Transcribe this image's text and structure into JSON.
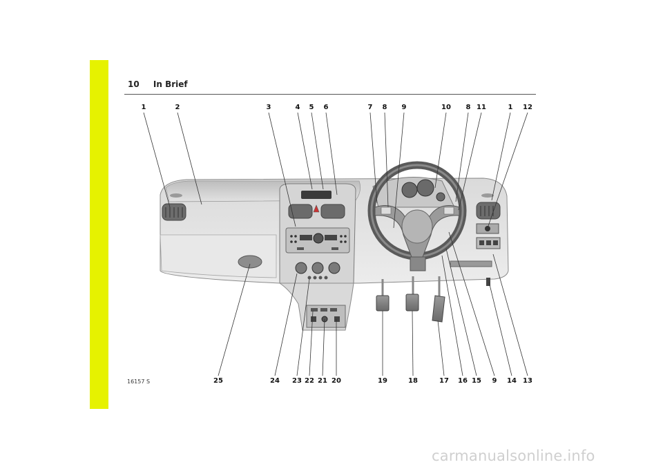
{
  "page": {
    "number": "10",
    "section_title": "In Brief",
    "accent_color": "#e6f200"
  },
  "figure": {
    "code": "16157 S",
    "top_callouts": [
      "1",
      "2",
      "3",
      "4",
      "5",
      "6",
      "7",
      "8",
      "9",
      "10",
      "8",
      "11",
      "1",
      "12"
    ],
    "bottom_callouts": [
      "25",
      "24",
      "23",
      "22",
      "21",
      "20",
      "19",
      "18",
      "17",
      "16",
      "15",
      "9",
      "14",
      "13"
    ]
  },
  "watermark": "carmanualsonline.info"
}
